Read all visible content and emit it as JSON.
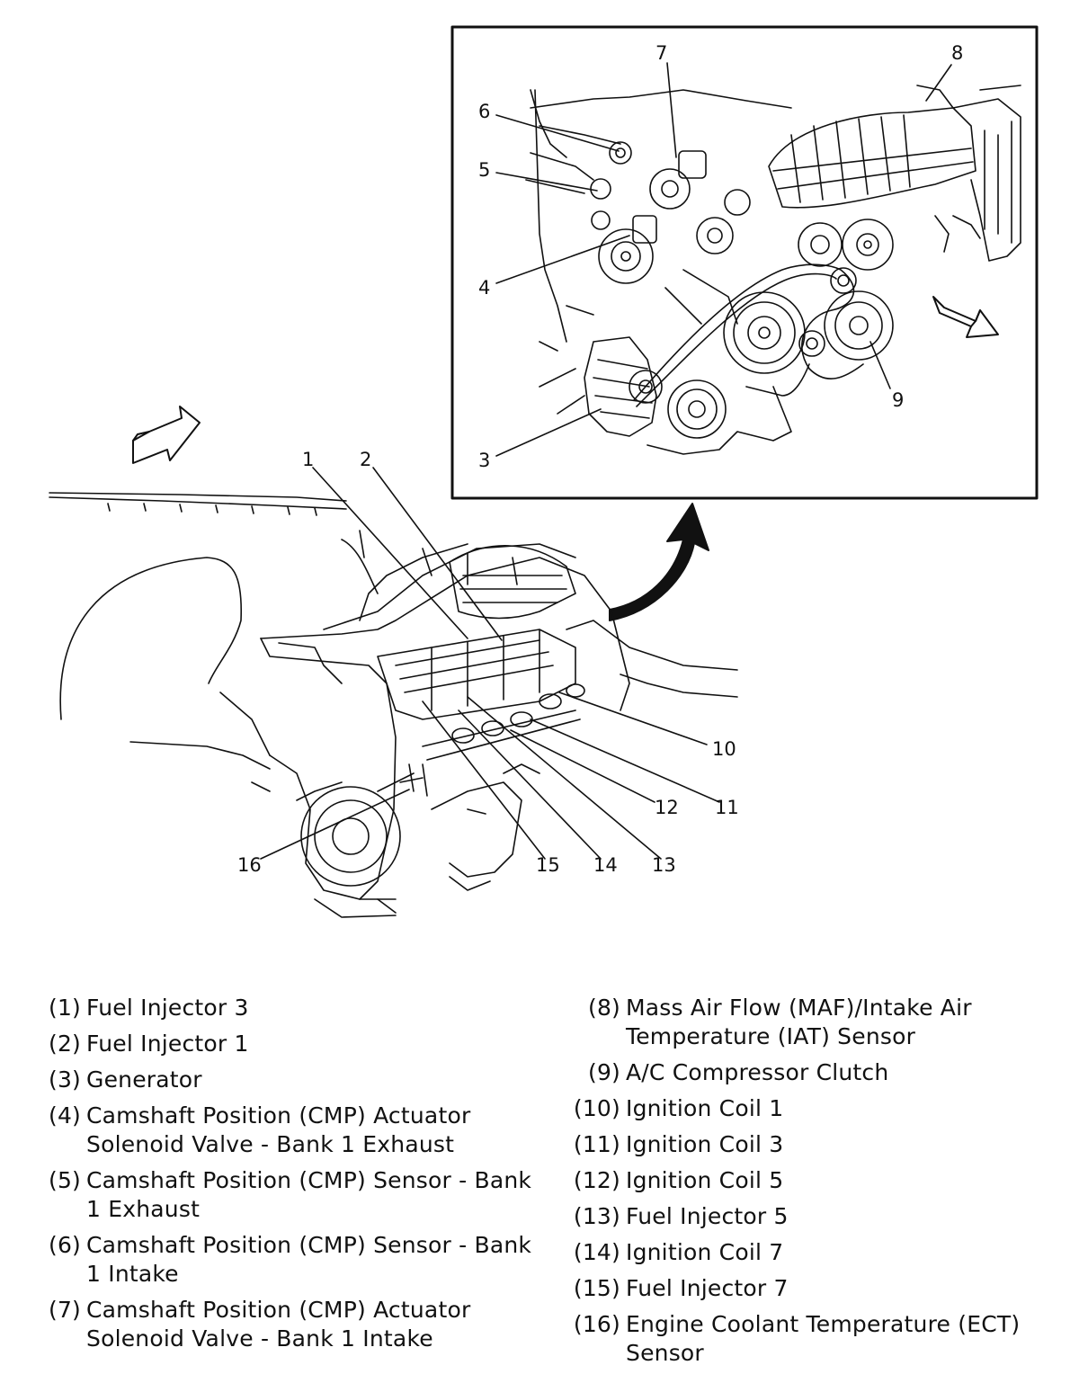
{
  "callouts": [
    "1",
    "2",
    "3",
    "4",
    "5",
    "6",
    "7",
    "8",
    "9",
    "10",
    "11",
    "12",
    "13",
    "14",
    "15",
    "16"
  ],
  "legend_left": [
    {
      "num": "(1)",
      "text": "Fuel Injector 3"
    },
    {
      "num": "(2)",
      "text": "Fuel Injector 1"
    },
    {
      "num": "(3)",
      "text": "Generator"
    },
    {
      "num": "(4)",
      "text": "Camshaft Position (CMP) Actuator Solenoid Valve - Bank 1 Exhaust"
    },
    {
      "num": "(5)",
      "text": "Camshaft Position (CMP) Sensor - Bank 1 Exhaust"
    },
    {
      "num": "(6)",
      "text": "Camshaft Position (CMP) Sensor - Bank 1 Intake"
    },
    {
      "num": "(7)",
      "text": "Camshaft Position (CMP) Actuator Solenoid Valve - Bank 1 Intake"
    }
  ],
  "legend_right": [
    {
      "num": "(8)",
      "text": "Mass Air Flow (MAF)/Intake Air Temperature (IAT) Sensor"
    },
    {
      "num": "(9)",
      "text": "A/C Compressor Clutch"
    },
    {
      "num": "(10)",
      "text": "Ignition Coil 1"
    },
    {
      "num": "(11)",
      "text": "Ignition Coil 3"
    },
    {
      "num": "(12)",
      "text": "Ignition Coil 5"
    },
    {
      "num": "(13)",
      "text": "Fuel Injector 5"
    },
    {
      "num": "(14)",
      "text": "Ignition Coil 7"
    },
    {
      "num": "(15)",
      "text": "Fuel Injector 7"
    },
    {
      "num": "(16)",
      "text": "Engine Coolant Temperature (ECT) Sensor"
    }
  ]
}
